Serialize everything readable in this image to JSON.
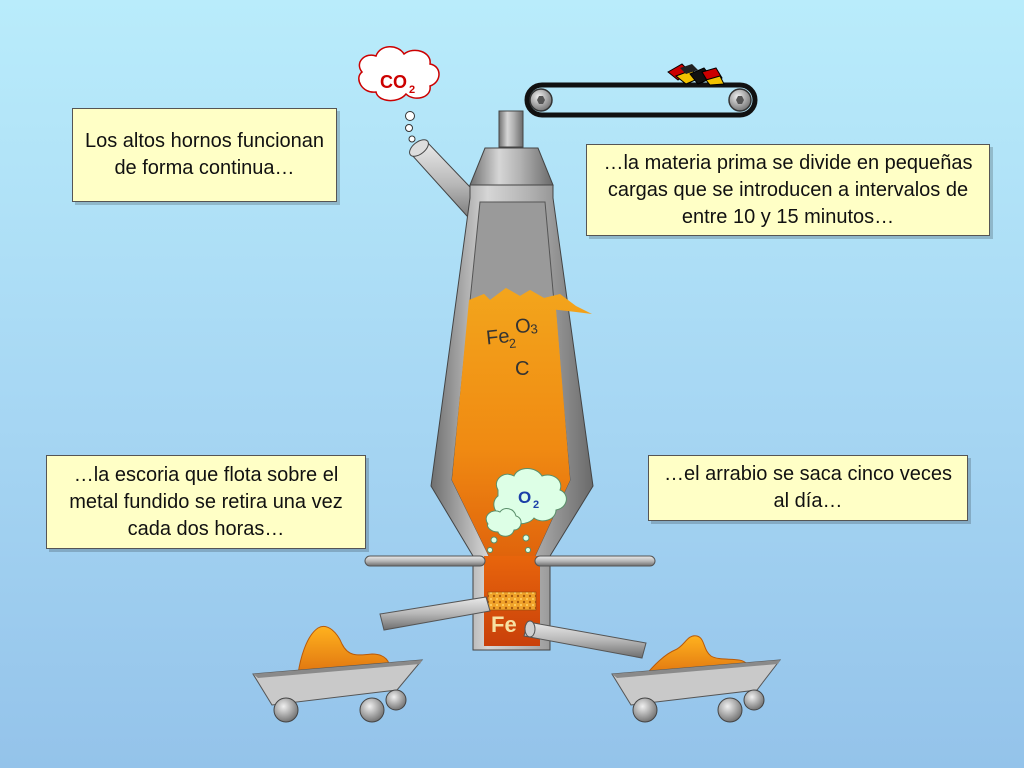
{
  "notes": {
    "continuous": "Los altos hornos funcionan de forma continua…",
    "charges": "…la materia prima se divide en pequeñas cargas que se introducen a intervalos de entre 10 y 15 minutos…",
    "slag": "…la escoria que flota sobre el metal fundido se retira una vez cada dos horas…",
    "pig_iron": "…el arrabio se saca cinco veces al día…"
  },
  "labels": {
    "co2_main": "CO",
    "co2_sub": "2",
    "fe2o3_a": "Fe",
    "fe2o3_b": "2",
    "fe2o3_c": "O",
    "fe2o3_d": "3",
    "carbon": "C",
    "o2_main": "O",
    "o2_sub": "2",
    "fe": "Fe"
  },
  "colors": {
    "steel": "#9a9a9a",
    "molten": "#f08a12",
    "note_bg": "#ffffc6",
    "o2_text": "#1b3fa8"
  }
}
